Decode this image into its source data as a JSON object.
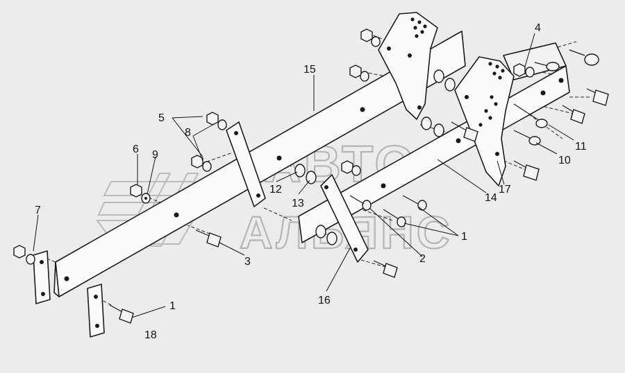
{
  "diagram": {
    "watermark": {
      "line1": "АВТО",
      "line2": "АЛЬЯНС"
    },
    "callouts": [
      {
        "id": "c15",
        "label": "15"
      },
      {
        "id": "c4",
        "label": "4"
      },
      {
        "id": "c5",
        "label": "5"
      },
      {
        "id": "c8",
        "label": "8"
      },
      {
        "id": "c6",
        "label": "6"
      },
      {
        "id": "c9",
        "label": "9"
      },
      {
        "id": "c7",
        "label": "7"
      },
      {
        "id": "c12",
        "label": "12"
      },
      {
        "id": "c13",
        "label": "13"
      },
      {
        "id": "c3",
        "label": "3"
      },
      {
        "id": "c16",
        "label": "16"
      },
      {
        "id": "c1a",
        "label": "1"
      },
      {
        "id": "c18",
        "label": "18"
      },
      {
        "id": "c14",
        "label": "14"
      },
      {
        "id": "c17",
        "label": "17"
      },
      {
        "id": "c1b",
        "label": "1"
      },
      {
        "id": "c2",
        "label": "2"
      },
      {
        "id": "c11",
        "label": "11"
      },
      {
        "id": "c10",
        "label": "10"
      }
    ]
  }
}
